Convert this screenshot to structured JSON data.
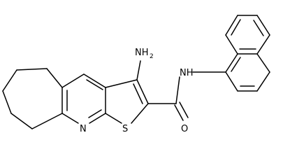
{
  "molecule": {
    "atoms": {
      "amine_n": "NH",
      "amine_sub": "2",
      "amide_n": "NH",
      "carbonyl_o": "O",
      "ring_n": "N",
      "ring_s": "S"
    },
    "colors": {
      "ink": "#000000",
      "background": "#ffffff"
    }
  }
}
